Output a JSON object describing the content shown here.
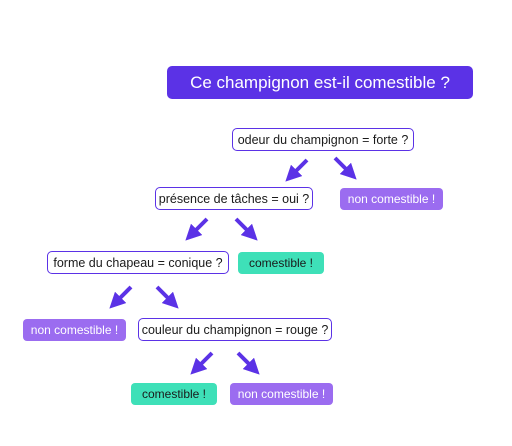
{
  "title": "Ce champignon est-il comestible ?",
  "questions": [
    "odeur du champignon = forte ?",
    "présence de tâches = oui ?",
    "forme du chapeau = conique ?",
    "couleur du champignon = rouge ?"
  ],
  "answers": [
    "non comestible !",
    "comestible !",
    "non comestible !",
    "comestible !",
    "non comestible !"
  ],
  "colors": {
    "primary": "#5b32e6",
    "non_comestible": "#9b6cf0",
    "comestible": "#3ee0b8"
  }
}
